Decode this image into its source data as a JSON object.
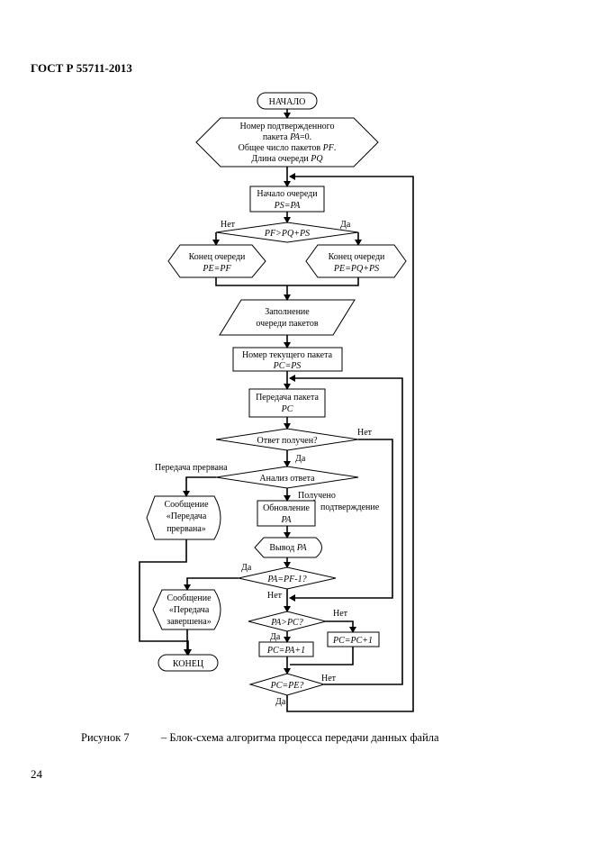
{
  "header": {
    "standard": "ГОСТ Р 55711-2013"
  },
  "caption": {
    "label": "Рисунок 7",
    "text": "– Блок-схема алгоритма процесса передачи данных файла"
  },
  "page_number": "24",
  "flowchart": {
    "start": "НАЧАЛО",
    "init": [
      "Номер подтвержденного",
      "пакета PA=0.",
      "Общее число пакетов PF.",
      "Длина очереди PQ"
    ],
    "queue_start": [
      "Начало очереди",
      "PS=PA"
    ],
    "cond_queue": "PF>PQ+PS",
    "branch_no": "Нет",
    "branch_yes": "Да",
    "queue_end_left": [
      "Конец очереди",
      "PE=PF"
    ],
    "queue_end_right": [
      "Конец очереди",
      "PE=PQ+PS"
    ],
    "fill_queue": [
      "Заполнение",
      "очереди пакетов"
    ],
    "current_packet": [
      "Номер текущего пакета",
      "PC=PS"
    ],
    "send_packet": [
      "Передача пакета",
      "PC"
    ],
    "cond_response": "Ответ получен?",
    "response_no": "Нет",
    "response_yes": "Да",
    "transfer_aborted": "Передача прервана",
    "analyze": "Анализ ответа",
    "received": "Получено",
    "confirmation": "подтверждение",
    "msg_aborted": [
      "Сообщение",
      "«Передача",
      "прервана»"
    ],
    "update_pa": [
      "Обновление",
      "PA"
    ],
    "output_pa": "Вывод PA",
    "cond_pa_pf": "PA=PF-1?",
    "pa_pf_yes": "Да",
    "pa_pf_no": "Нет",
    "msg_complete": [
      "Сообщение",
      "«Передача",
      "завершена»"
    ],
    "cond_pa_pc": "PA>PC?",
    "pa_pc_no": "Нет",
    "pa_pc_yes": "Да",
    "pc_pa_inc": "PC=PA+1",
    "pc_pc_inc": "PC=PC+1",
    "cond_pc_pe": "PC=PE?",
    "pc_pe_no": "Нет",
    "pc_pe_yes": "Да",
    "end": "КОНЕЦ"
  }
}
